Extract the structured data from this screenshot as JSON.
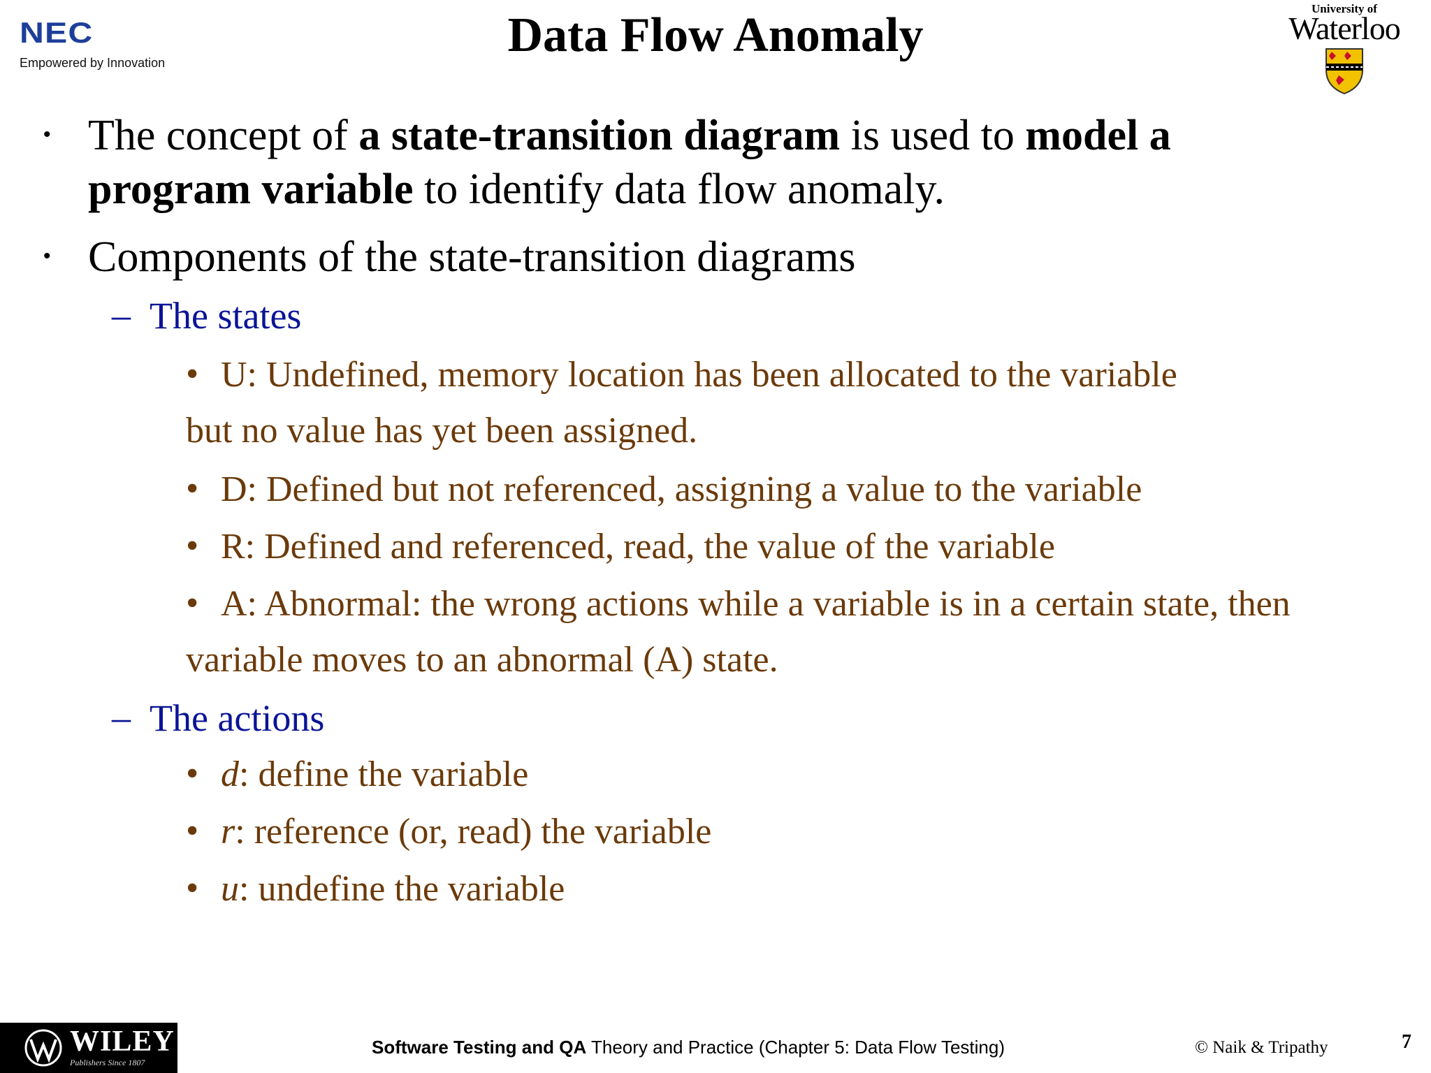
{
  "header": {
    "title": "Data Flow Anomaly",
    "nec_logo": {
      "word": "NEC",
      "tagline": "Empowered by Innovation",
      "color": "#1d3f9a"
    },
    "waterloo_logo": {
      "small": "University of",
      "big": "Waterloo",
      "crest_icon": "waterloo-crest-icon"
    }
  },
  "bullets": {
    "b1": {
      "t1": "The concept of ",
      "t2": "a state-transition diagram",
      "t3": " is used to ",
      "t4": "model a",
      "t5": "program variable",
      "t6": " to identify data flow anomaly."
    },
    "b2": {
      "text": "Components of the state-transition diagrams"
    },
    "states": {
      "heading": "The states",
      "u1": "U: Undefined, memory location has been allocated to the variable",
      "u2": "but no value has yet been assigned.",
      "d": "D: Defined but not referenced, assigning a value to the variable",
      "r": "R: Defined and referenced, read, the value of  the variable",
      "a1": "A: Abnormal: the wrong actions while a variable is in a certain state, then",
      "a2": "variable moves to an abnormal (A) state."
    },
    "actions": {
      "heading": "The actions",
      "d_letter": "d",
      "d_text": ": define the variable",
      "r_letter": "r",
      "r_text": ": reference (or, read) the variable",
      "u_letter": "u",
      "u_text": ": undefine the variable"
    }
  },
  "footer": {
    "book_bold": "Software Testing and QA",
    "book_rest": " Theory and Practice",
    "chapter": " (Chapter 5: Data Flow Testing)",
    "copyright": "© Naik & Tripathy",
    "page": "7",
    "wiley": {
      "word": "WILEY",
      "sub": "Publishers Since 1807"
    }
  },
  "colors": {
    "level2": "#0a1496",
    "level3": "#6b3a0a"
  }
}
